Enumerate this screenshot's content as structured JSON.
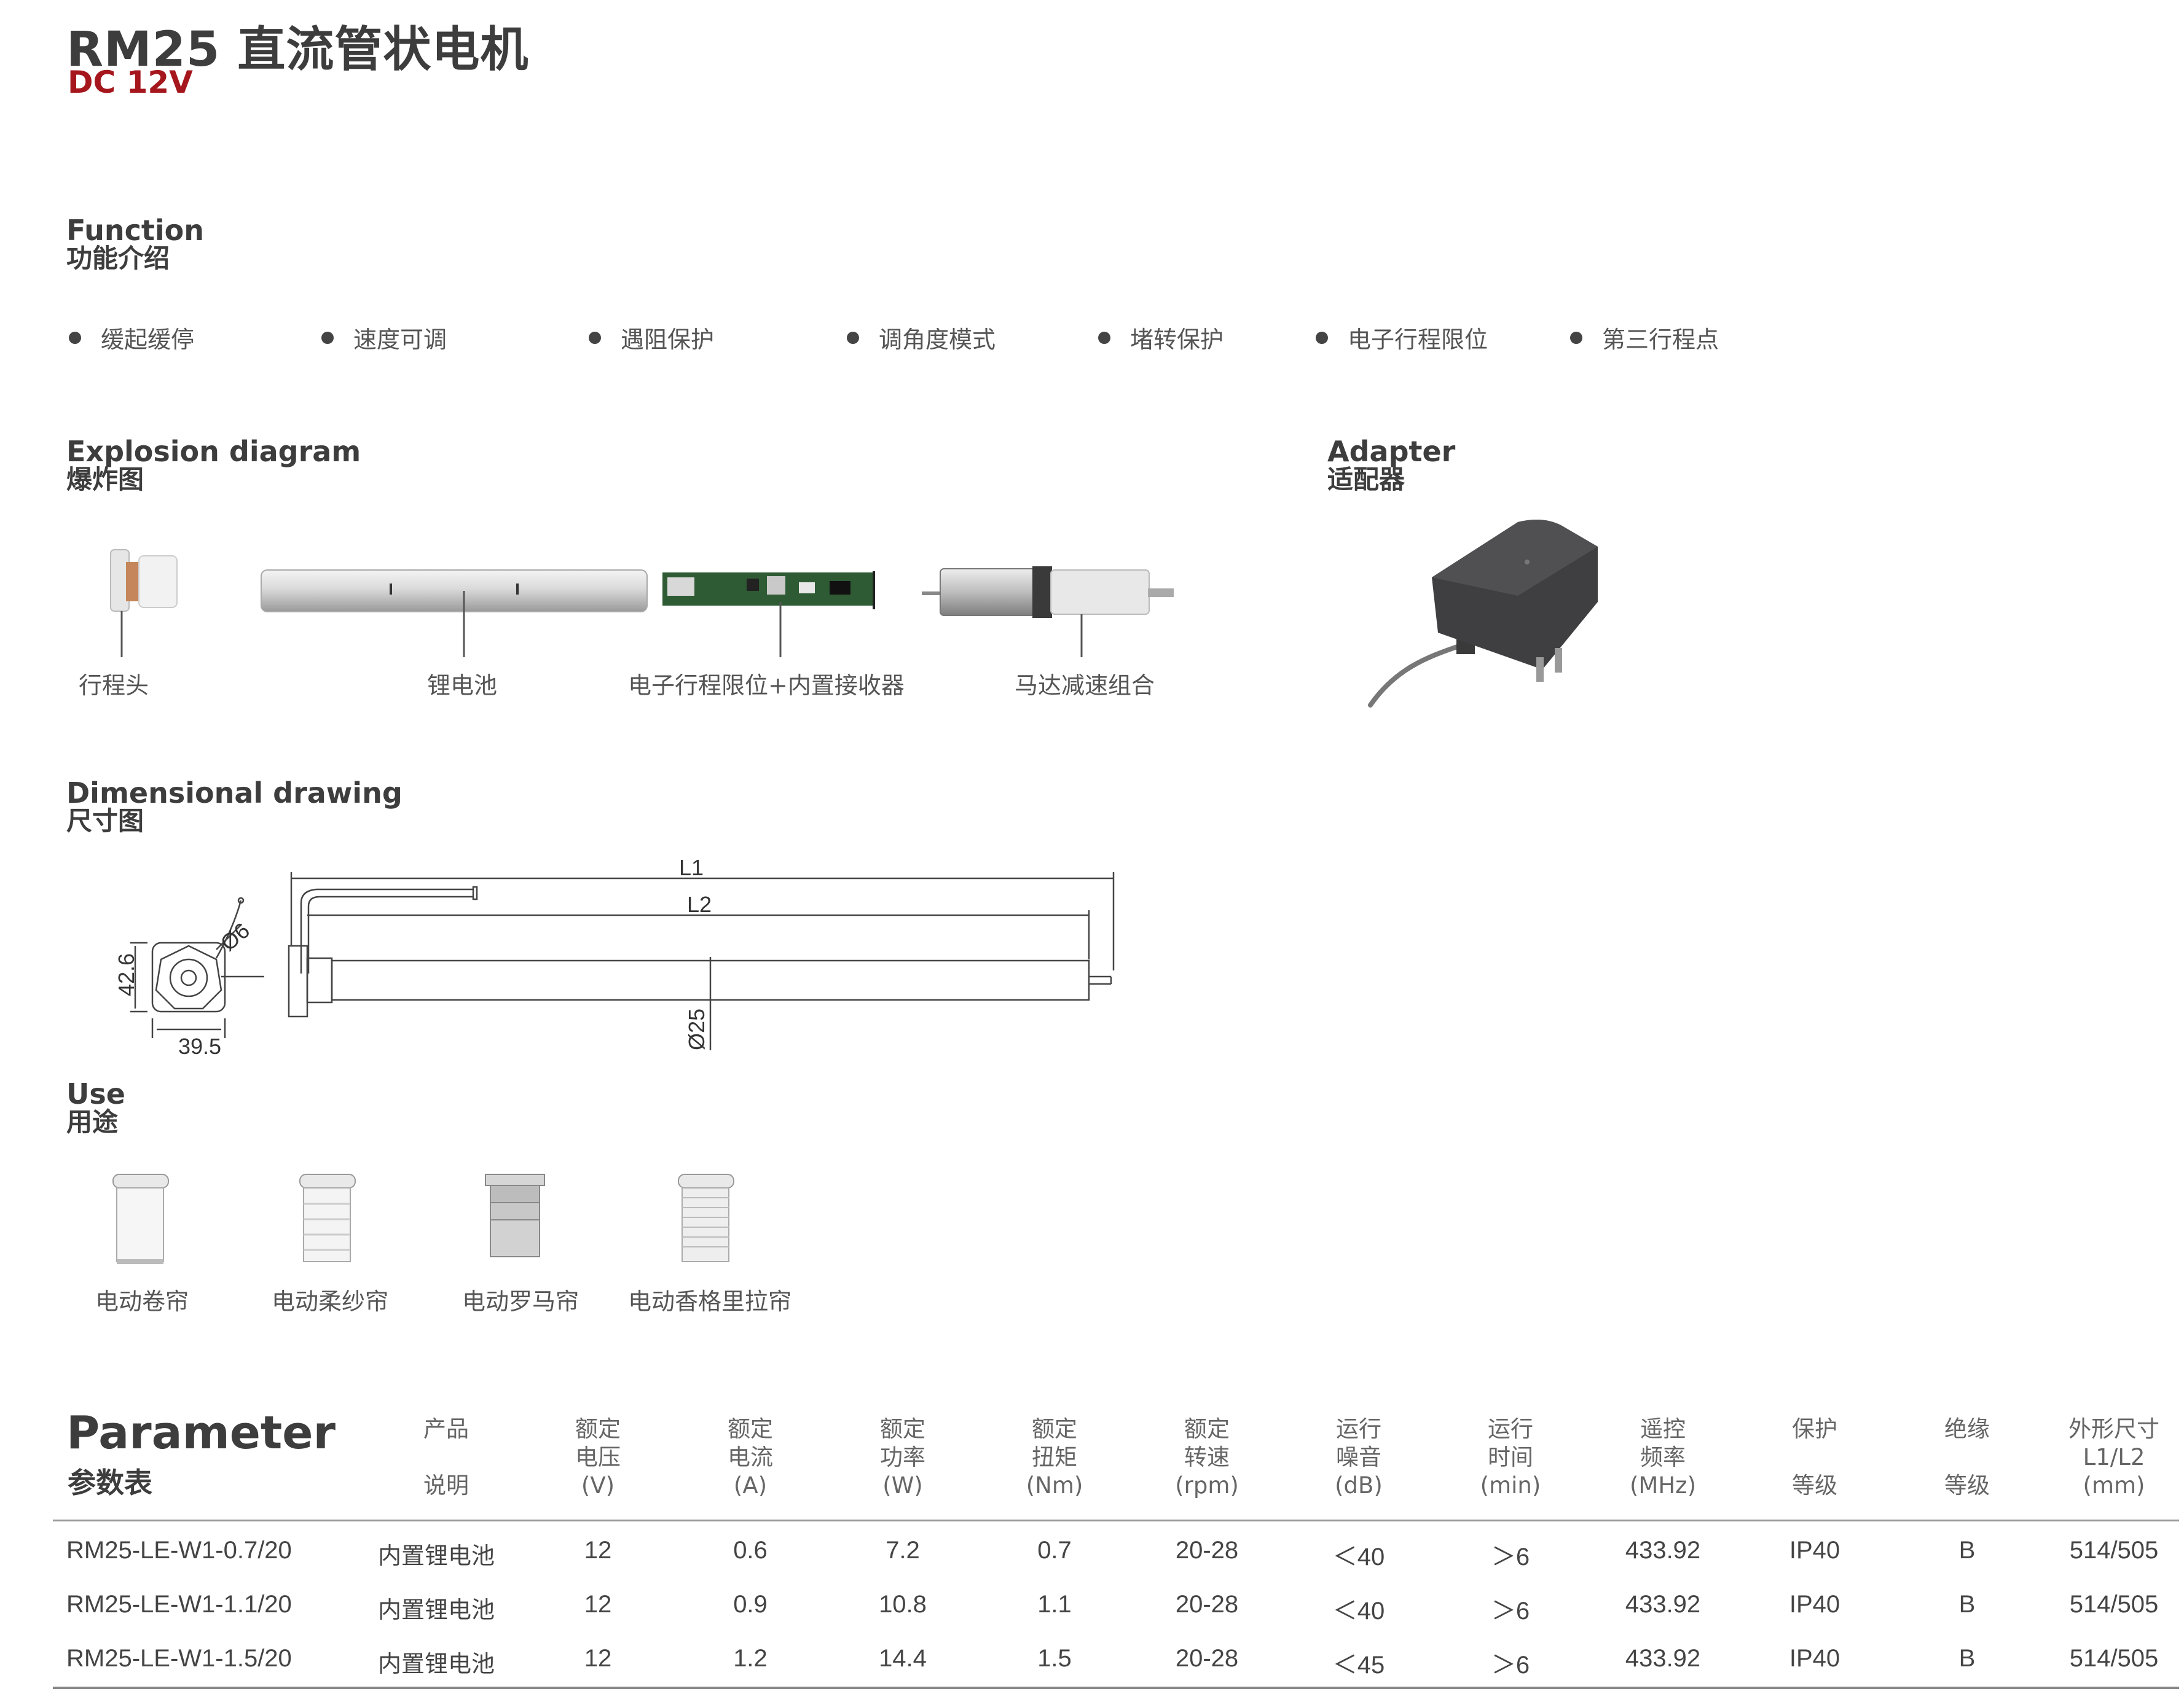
{
  "header": {
    "title": "RM25 直流管状电机",
    "subtitle": "DC 12V"
  },
  "function": {
    "title_en": "Function",
    "title_cn": "功能介绍",
    "items": [
      "缓起缓停",
      "速度可调",
      "遇阻保护",
      "调角度模式",
      "堵转保护",
      "电子行程限位",
      "第三行程点"
    ]
  },
  "explosion": {
    "title_en": "Explosion diagram",
    "title_cn": "爆炸图",
    "parts": [
      "行程头",
      "锂电池",
      "电子行程限位+内置接收器",
      "马达减速组合"
    ]
  },
  "adapter": {
    "title_en": "Adapter",
    "title_cn": "适配器"
  },
  "dimensional": {
    "title_en": "Dimensional drawing",
    "title_cn": "尺寸图",
    "labels": {
      "l1": "L1",
      "l2": "L2",
      "dia25": "Ø25",
      "dia6": "Ø6",
      "h": "42.6",
      "w": "39.5"
    }
  },
  "use": {
    "title_en": "Use",
    "title_cn": "用途",
    "items": [
      "电动卷帘",
      "电动柔纱帘",
      "电动罗马帘",
      "电动香格里拉帘"
    ]
  },
  "parameter": {
    "title_en": "Parameter",
    "title_cn": "参数表",
    "headers": [
      [
        "产品",
        "",
        "说明"
      ],
      [
        "额定",
        "电压",
        "(V)"
      ],
      [
        "额定",
        "电流",
        "(A)"
      ],
      [
        "额定",
        "功率",
        "(W)"
      ],
      [
        "额定",
        "扭矩",
        "(Nm)"
      ],
      [
        "额定",
        "转速",
        "(rpm)"
      ],
      [
        "运行",
        "噪音",
        "(dB)"
      ],
      [
        "运行",
        "时间",
        "(min)"
      ],
      [
        "遥控",
        "频率",
        "(MHz)"
      ],
      [
        "保护",
        "",
        "等级"
      ],
      [
        "绝缘",
        "",
        "等级"
      ],
      [
        "外形尺寸",
        "L1/L2",
        "(mm)"
      ]
    ],
    "rows": [
      [
        "RM25-LE-W1-0.7/20",
        "内置锂电池",
        "12",
        "0.6",
        "7.2",
        "0.7",
        "20-28",
        "＜40",
        "＞6",
        "433.92",
        "IP40",
        "B",
        "514/505"
      ],
      [
        "RM25-LE-W1-1.1/20",
        "内置锂电池",
        "12",
        "0.9",
        "10.8",
        "1.1",
        "20-28",
        "＜40",
        "＞6",
        "433.92",
        "IP40",
        "B",
        "514/505"
      ],
      [
        "RM25-LE-W1-1.5/20",
        "内置锂电池",
        "12",
        "1.2",
        "14.4",
        "1.5",
        "20-28",
        "＜45",
        "＞6",
        "433.92",
        "IP40",
        "B",
        "514/505"
      ]
    ]
  }
}
